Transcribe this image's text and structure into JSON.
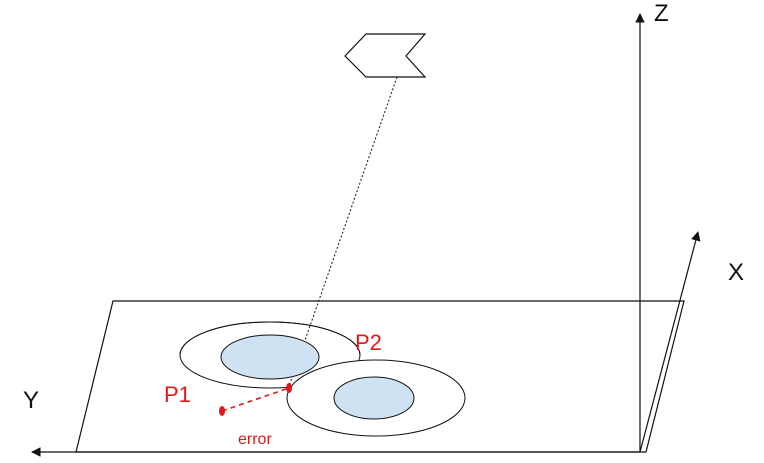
{
  "labels": {
    "z_axis": "Z",
    "x_axis": "X",
    "y_axis": "Y",
    "p1": "P1",
    "p2": "P2",
    "error": "error"
  },
  "colors": {
    "line": "#111111",
    "accent": "#e0191a",
    "fill": "#cfe2f3",
    "background": "#ffffff"
  },
  "icons": {
    "camera": "camera-pointer-icon"
  }
}
